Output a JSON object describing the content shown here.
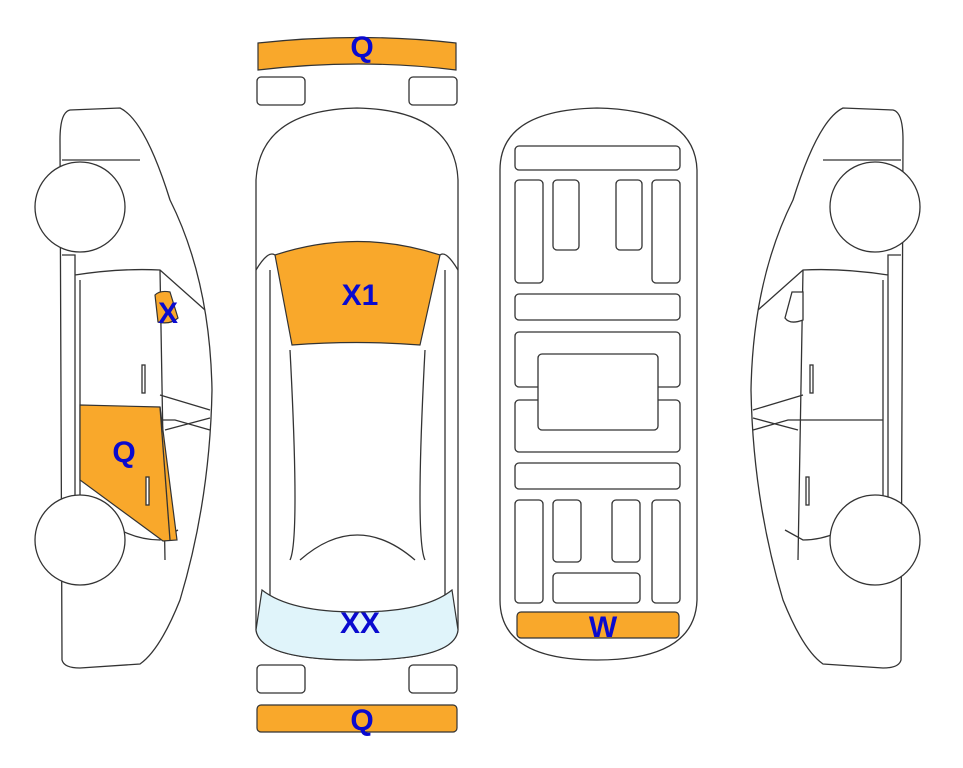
{
  "colors": {
    "damage": "#F9A82B",
    "glass_damage": "#E0F4FA",
    "label": "#0A0ACF",
    "outline": "#333333"
  },
  "marks": {
    "front_bumper": "Q",
    "windshield": "X1",
    "rear_window": "XX",
    "rear_bumper": "Q",
    "underbody_rear": "W",
    "left_mirror": "X",
    "left_front_door": "Q"
  }
}
